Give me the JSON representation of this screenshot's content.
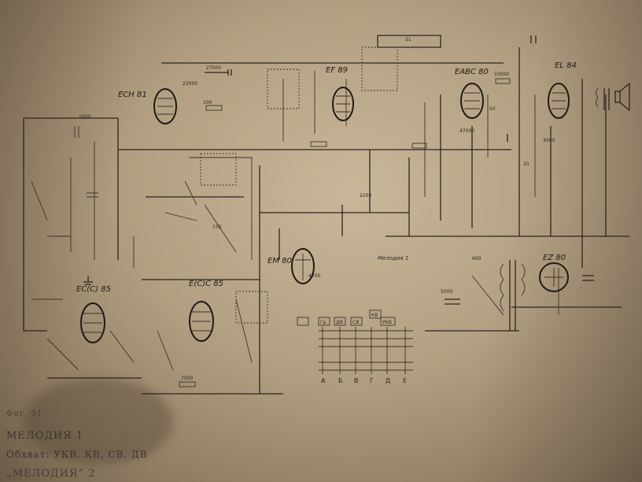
{
  "figure": {
    "label": "Фиг. 91",
    "model_1": "МЕЛОДИЯ 1",
    "bands": "Обхват: УКВ, КВ, СВ, ДВ",
    "model_2": "„МЕЛОДИЯ“ 2"
  },
  "tubes": [
    {
      "id": "ech81",
      "label": "ECH 81"
    },
    {
      "id": "ef89",
      "label": "EF 89"
    },
    {
      "id": "eabc80",
      "label": "EABC 80"
    },
    {
      "id": "el84",
      "label": "EL 84"
    },
    {
      "id": "em80",
      "label": "EM 80"
    },
    {
      "id": "ez80",
      "label": "EZ 80"
    },
    {
      "id": "ecc85a",
      "label": "EC(C) 85"
    },
    {
      "id": "ecc85b",
      "label": "E(C)C 85"
    }
  ],
  "component_values": [
    "27000",
    "22000",
    "100",
    "1000",
    "10000",
    "47000",
    "2200",
    "4700",
    "5000",
    "150",
    "3000",
    "51",
    "20",
    "50",
    "7500",
    "600"
  ],
  "switch_panel": {
    "band_keys": [
      "Гр",
      "ДВ",
      "СВ",
      "КВ",
      "УКВ"
    ],
    "positions": [
      "А",
      "Б",
      "В",
      "Г",
      "Д",
      "Е"
    ]
  },
  "annotations": {
    "melodia_note": "Мелодия 1"
  }
}
